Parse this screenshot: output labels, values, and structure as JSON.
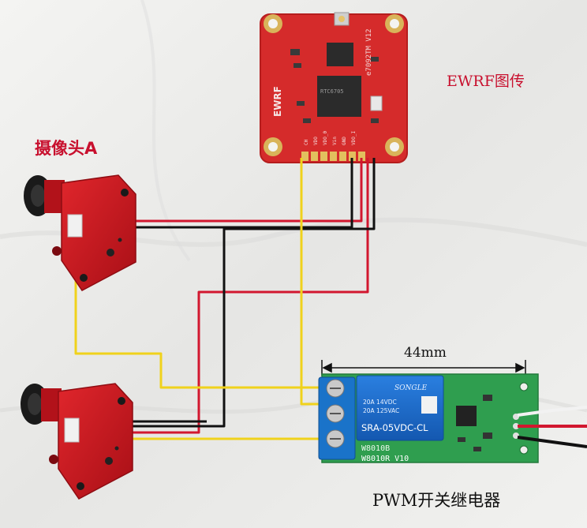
{
  "labels": {
    "vtx": "EWRF图传",
    "camera_a": "摄像头A",
    "dimension": "44mm",
    "relay_module": "PWM开关继电器"
  },
  "vtx_board": {
    "model": "e7092TM V12",
    "brand": "EWRF",
    "chip": "RTC6705",
    "pin_labels": [
      "CH",
      "VDO",
      "VDO_0",
      "Vin",
      "GND",
      "VDO_I"
    ]
  },
  "relay_board": {
    "relay_brand": "SONGLE",
    "relay_rating_1": "20A 14VDC",
    "relay_rating_2": "20A 125VAC",
    "relay_model": "SRA-05VDC-CL",
    "board_id": "W8010R V10",
    "board_id_2": "W8010B"
  },
  "colors": {
    "wire_red": "#d2172f",
    "wire_black": "#111111",
    "wire_yellow": "#f0d21c",
    "pcb_red": "#d52b2b",
    "camera_red": "#c8141e",
    "pcb_green": "#2f9e4f",
    "relay_blue": "#1f6fd1",
    "terminal_blue": "#1a73c9"
  }
}
